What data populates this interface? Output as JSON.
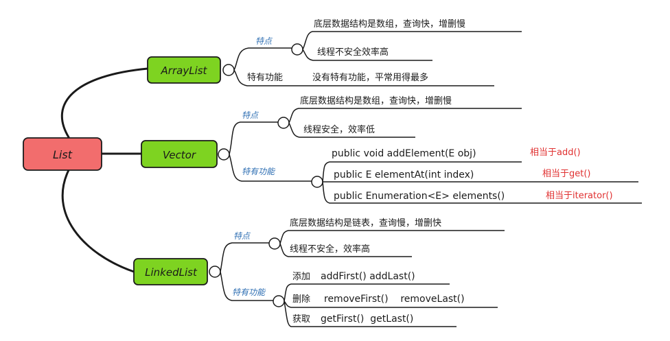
{
  "root": {
    "label": "List",
    "color": "#f26d6d"
  },
  "node_color": "#7ed321",
  "line_color": "#1a1a1a",
  "accent_blue": "#2f6fb3",
  "accent_red": "#e03030",
  "classes": [
    {
      "label": "ArrayList",
      "features_label": "特点",
      "features": [
        "底层数据结构是数组，查询快，增删慢",
        "线程不安全效率高"
      ],
      "special_label": "特有功能",
      "special_text": "没有特有功能，平常用得最多"
    },
    {
      "label": "Vector",
      "features_label": "特点",
      "features": [
        "底层数据结构是数组，查询快，增删慢",
        "线程安全，效率低"
      ],
      "special_label": "特有功能",
      "methods": [
        {
          "sig": "public void addElement(E obj)",
          "note": "相当于add()"
        },
        {
          "sig": "public E elementAt(int index)",
          "note": "相当于get()"
        },
        {
          "sig": "public Enumeration<E> elements()",
          "note": "相当于iterator()"
        }
      ]
    },
    {
      "label": "LinkedList",
      "features_label": "特点",
      "features": [
        "底层数据结构是链表，查询慢，增删快",
        "线程不安全，效率高"
      ],
      "special_label": "特有功能",
      "ops": [
        {
          "prefix": "添加",
          "methods": "addFirst() addLast()"
        },
        {
          "prefix": "删除",
          "methods": "removeFirst()    removeLast()"
        },
        {
          "prefix": "获取",
          "methods": "getFirst()  getLast()"
        }
      ]
    }
  ]
}
